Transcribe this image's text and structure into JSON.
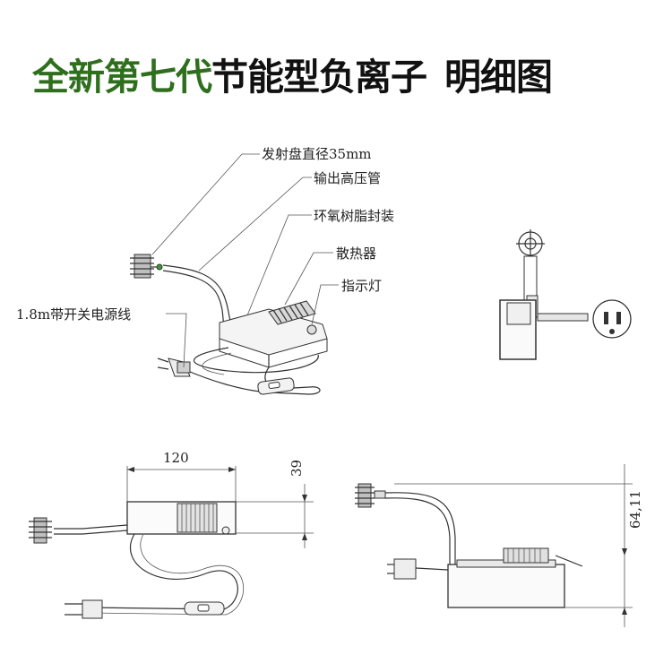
{
  "title": {
    "green": "全新第七代",
    "black": "节能型负离子",
    "suffix": "明细图",
    "colors": {
      "green": "#2e6f1d",
      "black": "#111111"
    }
  },
  "callouts": {
    "disc": "发射盘直径35mm",
    "tube": "输出高压管",
    "epoxy": "环氧树脂封装",
    "heatsink": "散热器",
    "indicator": "指示灯",
    "cord": "1.8m带开关电源线"
  },
  "dimensions": {
    "width": "120",
    "height": "39",
    "total_height": "64,11"
  }
}
